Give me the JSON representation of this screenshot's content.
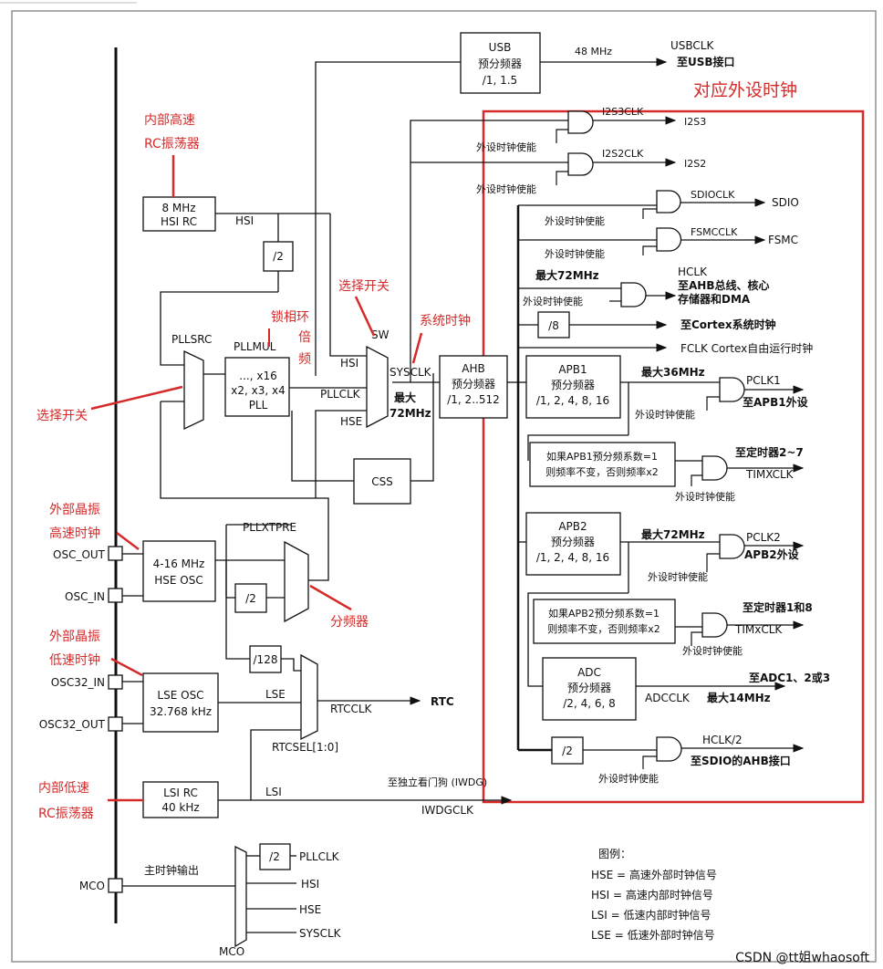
{
  "blocks": {
    "usb": [
      "USB",
      "预分频器",
      "/1, 1.5"
    ],
    "hsi_rc": [
      "8 MHz",
      "HSI RC"
    ],
    "pll": [
      "..., x16",
      "x2, x3, x4",
      "PLL"
    ],
    "ahb": [
      "AHB",
      "预分频器",
      "/1, 2..512"
    ],
    "apb1": [
      "APB1",
      "预分频器",
      "/1, 2, 4, 8, 16"
    ],
    "apb2": [
      "APB2",
      "预分频器",
      "/1, 2, 4, 8, 16"
    ],
    "adc": [
      "ADC",
      "预分频器",
      "/2, 4, 6, 8"
    ],
    "hse_osc": [
      "4-16 MHz",
      "HSE OSC"
    ],
    "lse_osc": [
      "LSE OSC",
      "32.768 kHz"
    ],
    "lsi_rc": [
      "LSI RC",
      "40 kHz"
    ],
    "css": "CSS",
    "div2_hsi": "/2",
    "div2_hse": "/2",
    "div8": "/8",
    "div128": "/128",
    "div2_hclk": "/2",
    "div2_mco": "/2",
    "tim_note1": [
      "如果APB1预分频系数=1",
      "则频率不变，否则频率x2"
    ],
    "tim_note2": [
      "如果APB2预分频系数=1",
      "则频率不变，否则频率x2"
    ]
  },
  "signals": {
    "usb_freq": "48 MHz",
    "usbclk": "USBCLK",
    "usb_dest": "至USB接口",
    "i2s3clk": "I2S3CLK",
    "i2s3": "I2S3",
    "i2s2clk": "I2S2CLK",
    "i2s2": "I2S2",
    "sdioclk": "SDIOCLK",
    "sdio": "SDIO",
    "fsmcclk": "FSMCCLK",
    "fsmc": "FSMC",
    "hclk_max": "最大72MHz",
    "hclk": "HCLK",
    "hclk_dest1": "至AHB总线、核心",
    "hclk_dest2": "存储器和DMA",
    "cortex_timer": "至Cortex系统时钟",
    "fclk": "FCLK Cortex自由运行时钟",
    "apb1_max": "最大36MHz",
    "pclk1": "PCLK1",
    "pclk1_dest": "至APB1外设",
    "tim27_dest": "至定时器2~7",
    "timxclk": "TIMXCLK",
    "apb2_max": "最大72MHz",
    "pclk2": "PCLK2",
    "pclk2_dest": "APB2外设",
    "tim18_dest": "至定时器1和8",
    "timxclk2": "TIMxCLK",
    "adc_dest": "至ADC1、2或3",
    "adcclk": "ADCCLK",
    "adc_max": "最大14MHz",
    "hclk2": "HCLK/2",
    "hclk2_dest": "至SDIO的AHB接口",
    "enable": "外设时钟使能",
    "hsi": "HSI",
    "pllsrc": "PLLSRC",
    "pllmul": "PLLMUL",
    "sw": "SW",
    "sw_hsi": "HSI",
    "pllclk": "PLLCLK",
    "hse": "HSE",
    "sysclk": "SYSCLK",
    "sys_max1": "最大",
    "sys_max2": "72MHz",
    "pllxtpre": "PLLXTPRE",
    "lse": "LSE",
    "rtcclk": "RTCCLK",
    "rtc": "RTC",
    "rtcsel": "RTCSEL[1:0]",
    "lsi": "LSI",
    "iwdg_dest": "至独立看门狗 (IWDG)",
    "iwdgclk": "IWDGCLK",
    "mco_label": "主时钟输出",
    "mco_pllclk": "PLLCLK",
    "mco_hsi": "HSI",
    "mco_hse": "HSE",
    "mco_sysclk": "SYSCLK",
    "mco_sel": "MCO"
  },
  "pins": {
    "osc_out": "OSC_OUT",
    "osc_in": "OSC_IN",
    "osc32_in": "OSC32_IN",
    "osc32_out": "OSC32_OUT",
    "mco": "MCO"
  },
  "annotations": {
    "peripheral_clock": "对应外设时钟",
    "internal_hsrc": [
      "内部高速",
      "RC振荡器"
    ],
    "select_switch1": "选择开关",
    "pll_loop": [
      "锁相环",
      "倍",
      "频"
    ],
    "select_switch2": "选择开关",
    "system_clock": "系统时钟",
    "ext_hs": [
      "外部晶振",
      "高速时钟"
    ],
    "divider": "分频器",
    "ext_ls": [
      "外部晶振",
      "低速时钟"
    ],
    "internal_lsrc": [
      "内部低速",
      "RC振荡器"
    ]
  },
  "legend": {
    "title": "图例：",
    "items": [
      "HSE = 高速外部时钟信号",
      "HSI = 高速内部时钟信号",
      "LSI = 低速内部时钟信号",
      "LSE = 低速外部时钟信号"
    ]
  },
  "watermark": "CSDN @tt姐whaosoft",
  "colors": {
    "annotation": "#d42a2a",
    "line": "#111111"
  }
}
